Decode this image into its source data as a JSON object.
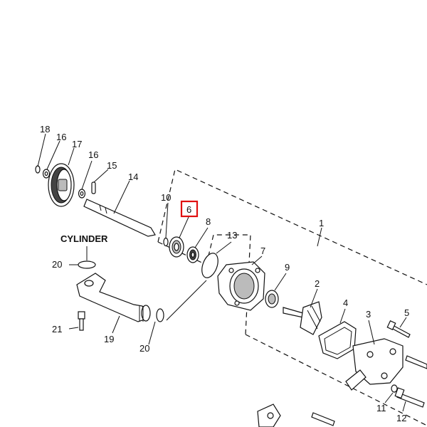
{
  "diagram": {
    "highlighted_part": "6",
    "highlight_color": "#e01010",
    "labels": {
      "l1": "1",
      "l2": "2",
      "l3": "3",
      "l4": "4",
      "l5": "5",
      "l6": "6",
      "l7": "7",
      "l8": "8",
      "l9": "9",
      "l10": "10",
      "l11": "11",
      "l12": "12",
      "l13": "13",
      "l14": "14",
      "l15": "15",
      "l16a": "16",
      "l16b": "16",
      "l17": "17",
      "l18": "18",
      "l19": "19",
      "l20a": "20",
      "l20b": "20",
      "l21": "21",
      "cylinder": "CYLINDER"
    }
  }
}
